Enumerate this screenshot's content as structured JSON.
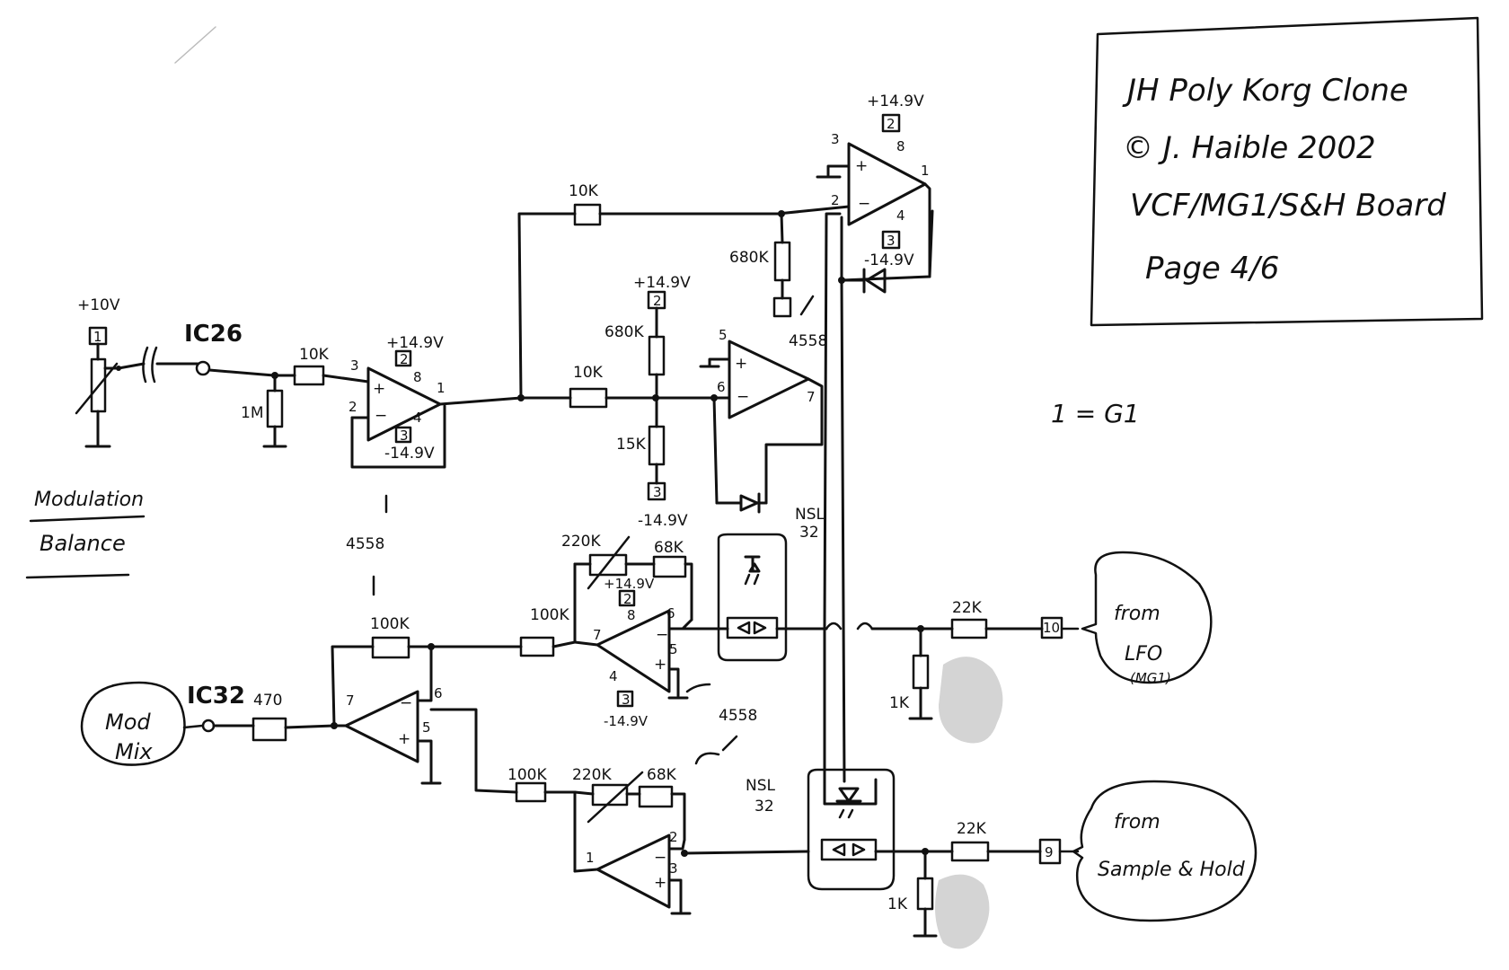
{
  "title_block": {
    "line1": "JH Poly Korg Clone",
    "line2": "© J. Haible 2002",
    "line3": "VCF/MG1/S&H Board",
    "line4": "Page 4/6"
  },
  "note": "1 = G1",
  "panel": {
    "label_line1": "Modulation",
    "label_line2": "Balance",
    "supply": "+10V",
    "supply_pin": "1",
    "connector": "IC26"
  },
  "mix": {
    "label_line1": "Mod",
    "label_line2": "Mix",
    "connector": "IC32"
  },
  "sources": {
    "lfo_line1": "from",
    "lfo_line2": "LFO",
    "lfo_line3": "(MG1)",
    "lfo_pin": "10",
    "sh_line1": "from",
    "sh_line2": "Sample & Hold",
    "sh_pin": "9"
  },
  "ic_type": "4558",
  "coupler": "NSL 32",
  "supplies": {
    "pos": "+14.9V",
    "neg": "-14.9V",
    "pos_pin": "2",
    "neg_pin": "3"
  },
  "resistors": {
    "r_1m": "1M",
    "r_10k": "10K",
    "r_680k": "680K",
    "r_15k": "15K",
    "r_100k": "100K",
    "r_470": "470",
    "r_220k": "220K",
    "r_68k": "68K",
    "r_22k": "22K",
    "r_1k": "1K"
  },
  "opamp_pins": {
    "p1": "1",
    "p2": "2",
    "p3": "3",
    "p4": "4",
    "p5": "5",
    "p6": "6",
    "p7": "7",
    "p8": "8"
  }
}
